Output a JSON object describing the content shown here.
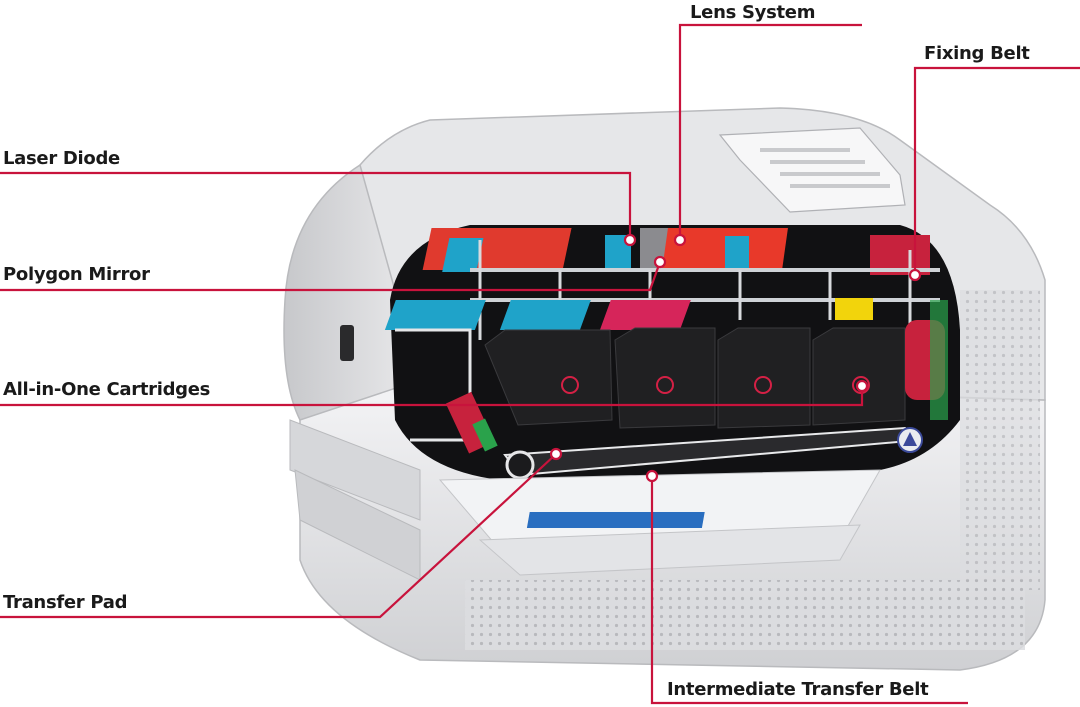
{
  "labels": {
    "lens_system": "Lens System",
    "fixing_belt": "Fixing Belt",
    "laser_diode": "Laser Diode",
    "polygon_mirror": "Polygon Mirror",
    "all_in_one_cartridges": "All-in-One Cartridges",
    "transfer_pad": "Transfer Pad",
    "intermediate_transfer_belt": "Intermediate Transfer Belt"
  },
  "colors": {
    "leader_line": "#c8133c",
    "label_text": "#1a1a1a",
    "printer_body": "#e4e4e6",
    "cartridge": "#202022",
    "cartridge_accents": [
      "#e03a2e",
      "#e8392a",
      "#1fa3c9",
      "#d6255a",
      "#f2d40c"
    ]
  }
}
